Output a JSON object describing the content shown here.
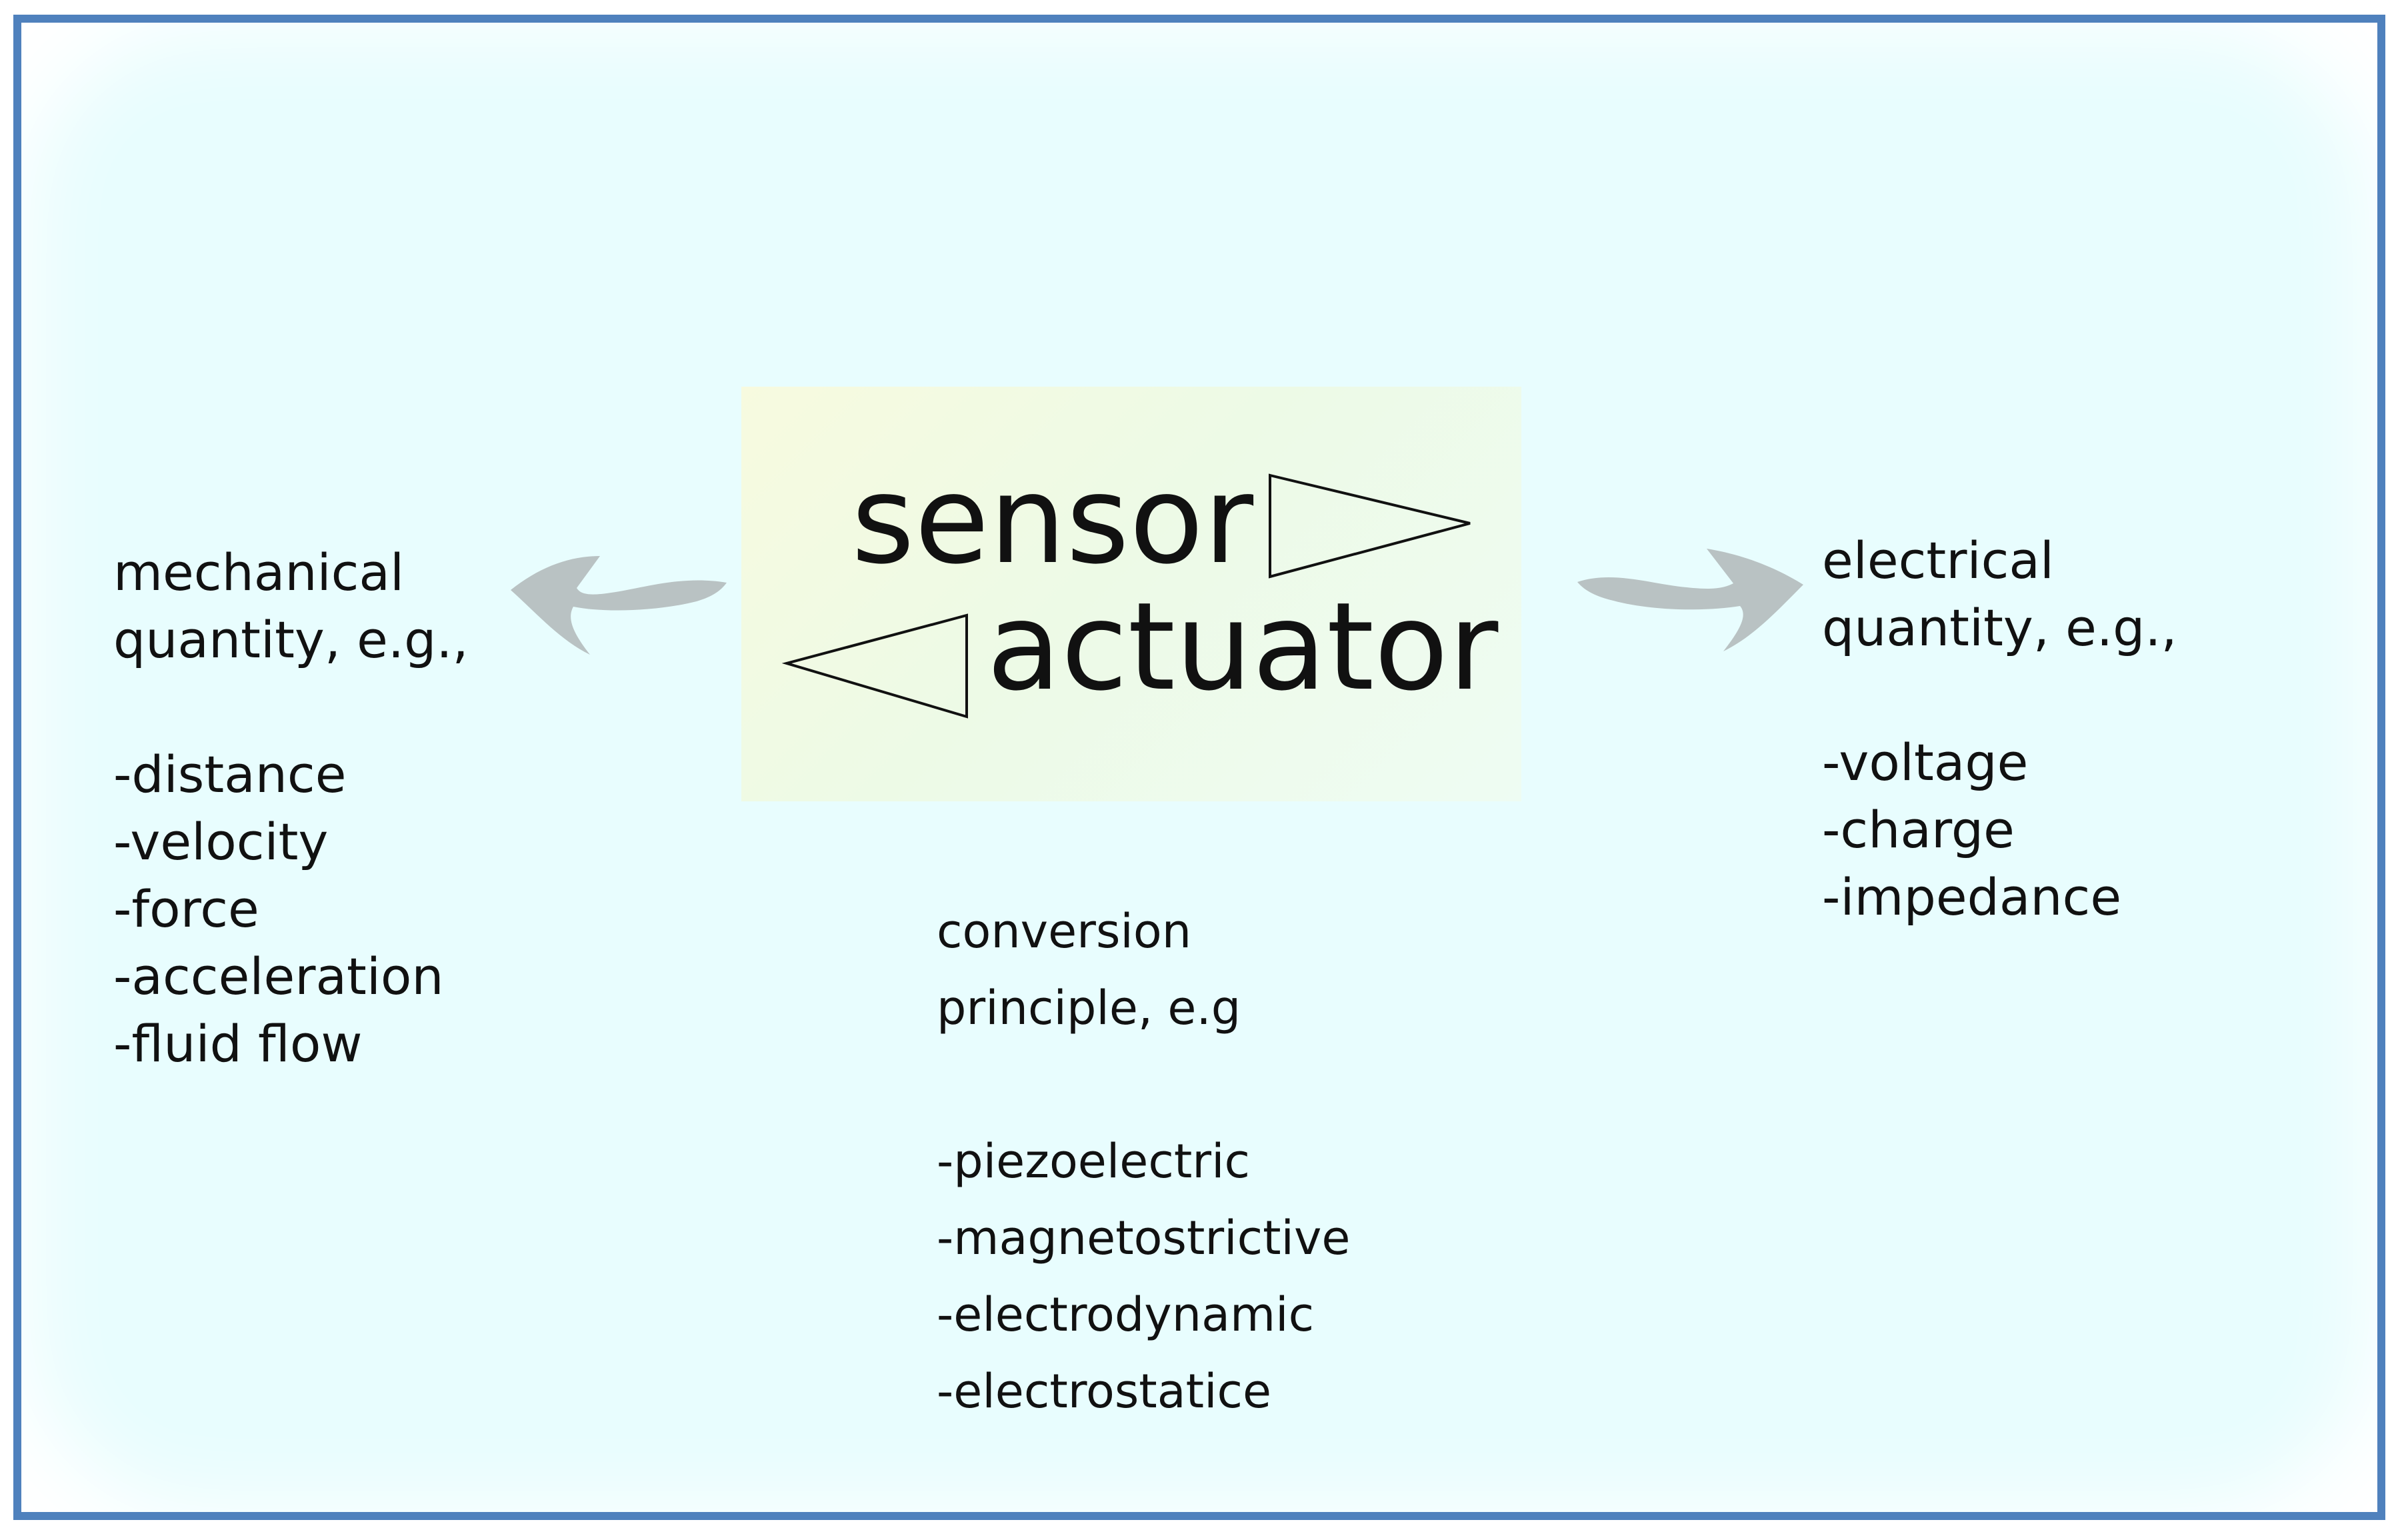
{
  "center": {
    "sensor": "sensor",
    "actuator": "actuator"
  },
  "mechanical": {
    "title_lines": [
      "mechanical",
      "quantity, e.g.,"
    ],
    "items": [
      "-distance",
      "-velocity",
      "-force",
      "-acceleration",
      "-fluid flow"
    ]
  },
  "electrical": {
    "title_lines": [
      "electrical",
      "quantity, e.g.,"
    ],
    "items": [
      "-voltage",
      "-charge",
      "-impedance"
    ]
  },
  "conversion": {
    "title_lines": [
      "conversion",
      "principle, e.g"
    ],
    "items": [
      "-piezoelectric",
      "-magnetostrictive",
      "-electrodynamic",
      "-electrostatice"
    ]
  },
  "colors": {
    "border": "#4f81bd",
    "background": "#e8fdfe",
    "arrow": "#b9c2c3"
  },
  "icons": {
    "left_arrow": "curved-arrow-left-icon",
    "right_arrow": "curved-arrow-right-icon",
    "sensor_triangle": "triangle-right-icon",
    "actuator_triangle": "triangle-left-icon"
  }
}
